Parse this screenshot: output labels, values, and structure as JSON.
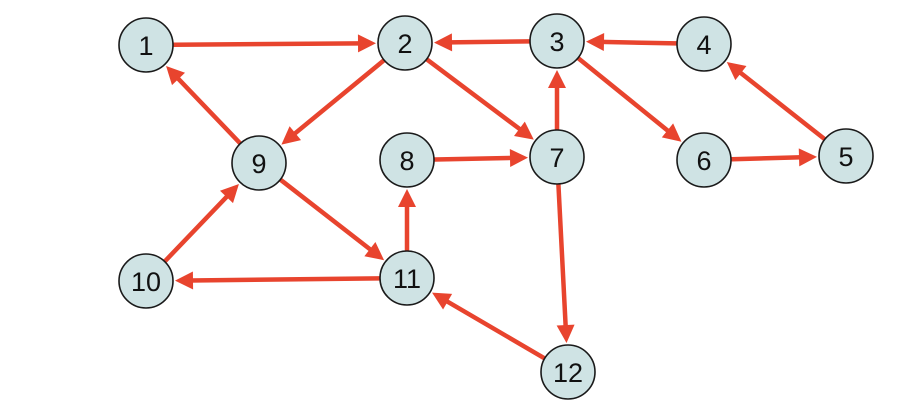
{
  "graph": {
    "directed": true,
    "edge_color": "#e8442e",
    "node_fill": "#cfe3e4",
    "node_stroke": "#1a1a1a",
    "nodes": [
      {
        "id": "1",
        "label": "1"
      },
      {
        "id": "2",
        "label": "2"
      },
      {
        "id": "3",
        "label": "3"
      },
      {
        "id": "4",
        "label": "4"
      },
      {
        "id": "5",
        "label": "5"
      },
      {
        "id": "6",
        "label": "6"
      },
      {
        "id": "7",
        "label": "7"
      },
      {
        "id": "8",
        "label": "8"
      },
      {
        "id": "9",
        "label": "9"
      },
      {
        "id": "10",
        "label": "10"
      },
      {
        "id": "11",
        "label": "11"
      },
      {
        "id": "12",
        "label": "12"
      }
    ],
    "edges": [
      {
        "from": "1",
        "to": "2"
      },
      {
        "from": "3",
        "to": "2"
      },
      {
        "from": "4",
        "to": "3"
      },
      {
        "from": "2",
        "to": "9"
      },
      {
        "from": "2",
        "to": "7"
      },
      {
        "from": "7",
        "to": "3"
      },
      {
        "from": "3",
        "to": "6"
      },
      {
        "from": "6",
        "to": "5"
      },
      {
        "from": "5",
        "to": "4"
      },
      {
        "from": "9",
        "to": "1"
      },
      {
        "from": "8",
        "to": "7"
      },
      {
        "from": "9",
        "to": "11"
      },
      {
        "from": "11",
        "to": "8"
      },
      {
        "from": "10",
        "to": "9"
      },
      {
        "from": "11",
        "to": "10"
      },
      {
        "from": "7",
        "to": "12"
      },
      {
        "from": "12",
        "to": "11"
      }
    ]
  }
}
